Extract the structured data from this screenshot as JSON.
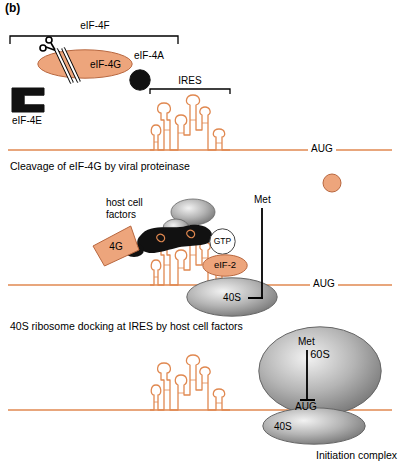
{
  "diagram": {
    "nodes": [
      {
        "text": [
          "eIF-4G"
        ]
      },
      {
        "text": [
          "eIF-4A"
        ]
      },
      {
        "text": [
          "eIF-4E"
        ]
      },
      {
        "text": [
          "4G"
        ]
      },
      {
        "text": [
          "GTP"
        ]
      },
      {
        "text": [
          "eIF-2"
        ]
      },
      {
        "text": [
          "40S"
        ]
      },
      {
        "text": [
          "60S"
        ]
      },
      {
        "text": [
          "40S"
        ]
      }
    ],
    "labels": [
      "(b)",
      "eIF-4F",
      "IRES",
      "AUG",
      "Cleavage of eIF-4G by viral proteinase",
      "host cell factors",
      "Met",
      "AUG",
      "40S ribosome docking at IRES by host cell factors",
      "Met",
      "AUG",
      "Initiation complex"
    ]
  }
}
